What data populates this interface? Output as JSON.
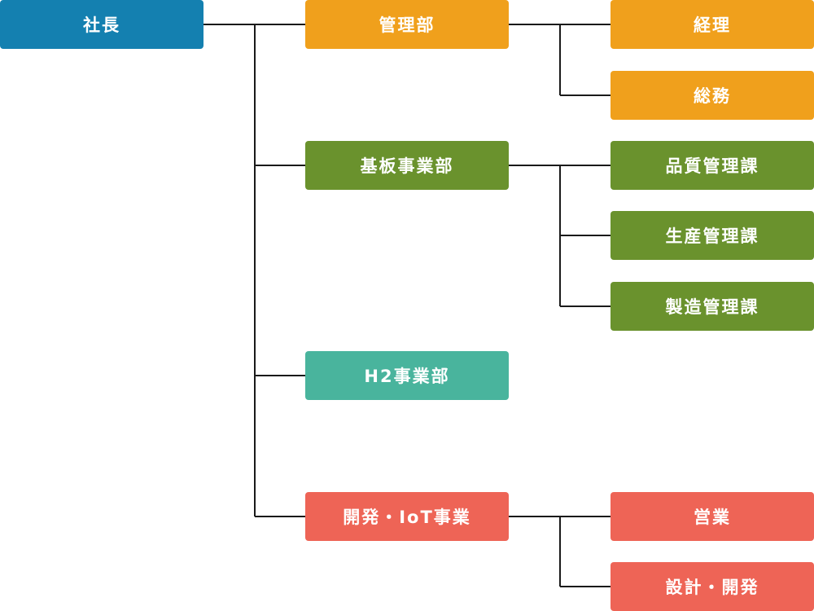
{
  "colors": {
    "president": "#1480b0",
    "admin": "#f0a01c",
    "board": "#6a922d",
    "h2": "#49b49d",
    "dev": "#ee6456",
    "connector": "#1a1a1a"
  },
  "president": {
    "label": "社長"
  },
  "departments": [
    {
      "label": "管理部",
      "sections": [
        {
          "label": "経理"
        },
        {
          "label": "総務"
        }
      ]
    },
    {
      "label": "基板事業部",
      "sections": [
        {
          "label": "品質管理課"
        },
        {
          "label": "生産管理課"
        },
        {
          "label": "製造管理課"
        }
      ]
    },
    {
      "label": "H2事業部",
      "sections": []
    },
    {
      "label": "開発・IoT事業",
      "sections": [
        {
          "label": "営業"
        },
        {
          "label": "設計・開発"
        }
      ]
    }
  ]
}
